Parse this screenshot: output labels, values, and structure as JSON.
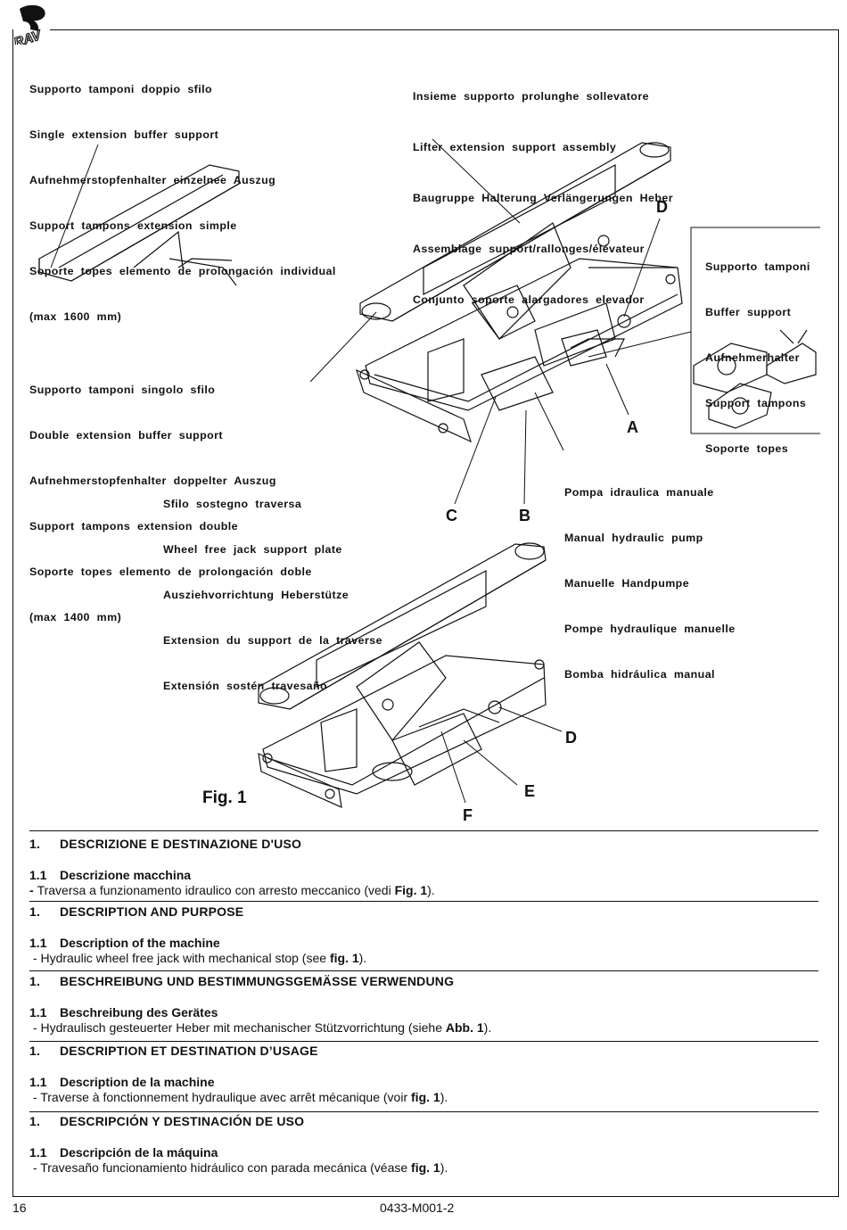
{
  "page": {
    "page_number": "16",
    "doc_code": "0433-M001-2",
    "logo_text": "RAV"
  },
  "labels": {
    "single_ext": [
      "Supporto  tamponi  doppio  sfilo",
      "Single  extension  buffer  support",
      "Aufnehmerstopfenhalter  einzelnee  Auszug",
      "Support  tampons  extension  simple",
      "Soporte  topes  elemento  de  prolongación  individual",
      "(max  1600  mm)"
    ],
    "lifter_ext": [
      "Insieme  supporto  prolunghe  sollevatore",
      "Lifter  extension  support  assembly",
      "Baugruppe  Halterung  Verlängerungen  Heber",
      "Assemblage  support/rallonges/élévateur",
      "Conjunto  soporte  alargadores  elevador"
    ],
    "buffer": [
      "Supporto  tamponi",
      "Buffer  support",
      "Aufnehmerhalter",
      "Support  tampons",
      "Soporte  topes"
    ],
    "double_ext": [
      "Supporto  tamponi  singolo  sfilo",
      "Double  extension  buffer  support",
      "Aufnehmerstopfenhalter  doppelter  Auszug",
      "Support  tampons  extension  double",
      "Soporte  topes  elemento  de  prolongación  doble",
      "(max  1400  mm)"
    ],
    "plate": [
      "Sfilo  sostegno  traversa",
      "Wheel  free  jack  support  plate",
      "Ausziehvorrichtung  Heberstütze",
      "Extension  du  support  de  la  traverse",
      "Extensión  sostén  travesaño"
    ],
    "pump": [
      "Pompa  idraulica  manuale",
      "Manual  hydraulic  pump",
      "Manuelle  Handpumpe",
      "Pompe  hydraulique  manuelle",
      "Bomba  hidráulica  manual"
    ]
  },
  "letters": {
    "D1": "D",
    "A": "A",
    "C": "C",
    "B": "B",
    "D2": "D",
    "E": "E",
    "F": "F"
  },
  "figure_caption": "Fig. 1",
  "sections": [
    {
      "num": "1.",
      "title": "DESCRIZIONE E DESTINAZIONE D'USO",
      "sub_num": "1.1",
      "sub_title": "Descrizione macchina",
      "lead": "- ",
      "text": "Traversa a funzionamento idraulico  con arresto meccanico (vedi ",
      "ref": "Fig. 1",
      "end": ")."
    },
    {
      "num": "1.",
      "title": "DESCRIPTION AND PURPOSE",
      "sub_num": "1.1",
      "sub_title": "Description of the machine",
      "lead": " - ",
      "text": "Hydraulic wheel free jack with mechanical stop (see ",
      "ref": "fig. 1",
      "end": ")."
    },
    {
      "num": "1.",
      "title": "BESCHREIBUNG UND BESTIMMUNGSGEMÄSSE VERWENDUNG",
      "sub_num": "1.1",
      "sub_title": "Beschreibung des Gerätes",
      "lead": " - ",
      "text": "Hydraulisch gesteuerter Heber mit mechanischer Stützvorrichtung (siehe ",
      "ref": "Abb. 1",
      "end": ")."
    },
    {
      "num": "1.",
      "title": "DESCRIPTION ET DESTINATION D’USAGE",
      "sub_num": "1.1",
      "sub_title": "Description de la machine",
      "lead": " - ",
      "text": "Traverse à fonctionnement hydraulique avec arrêt mécanique (voir ",
      "ref": "fig. 1",
      "end": ")."
    },
    {
      "num": "1.",
      "title": "DESCRIPCIÓN Y DESTINACIÓN DE USO",
      "sub_num": "1.1",
      "sub_title": "Descripción de la máquina",
      "lead": " - ",
      "text": "Travesaño funcionamiento hidráulico con parada mecánica (véase ",
      "ref": "fig. 1",
      "end": ")."
    }
  ]
}
